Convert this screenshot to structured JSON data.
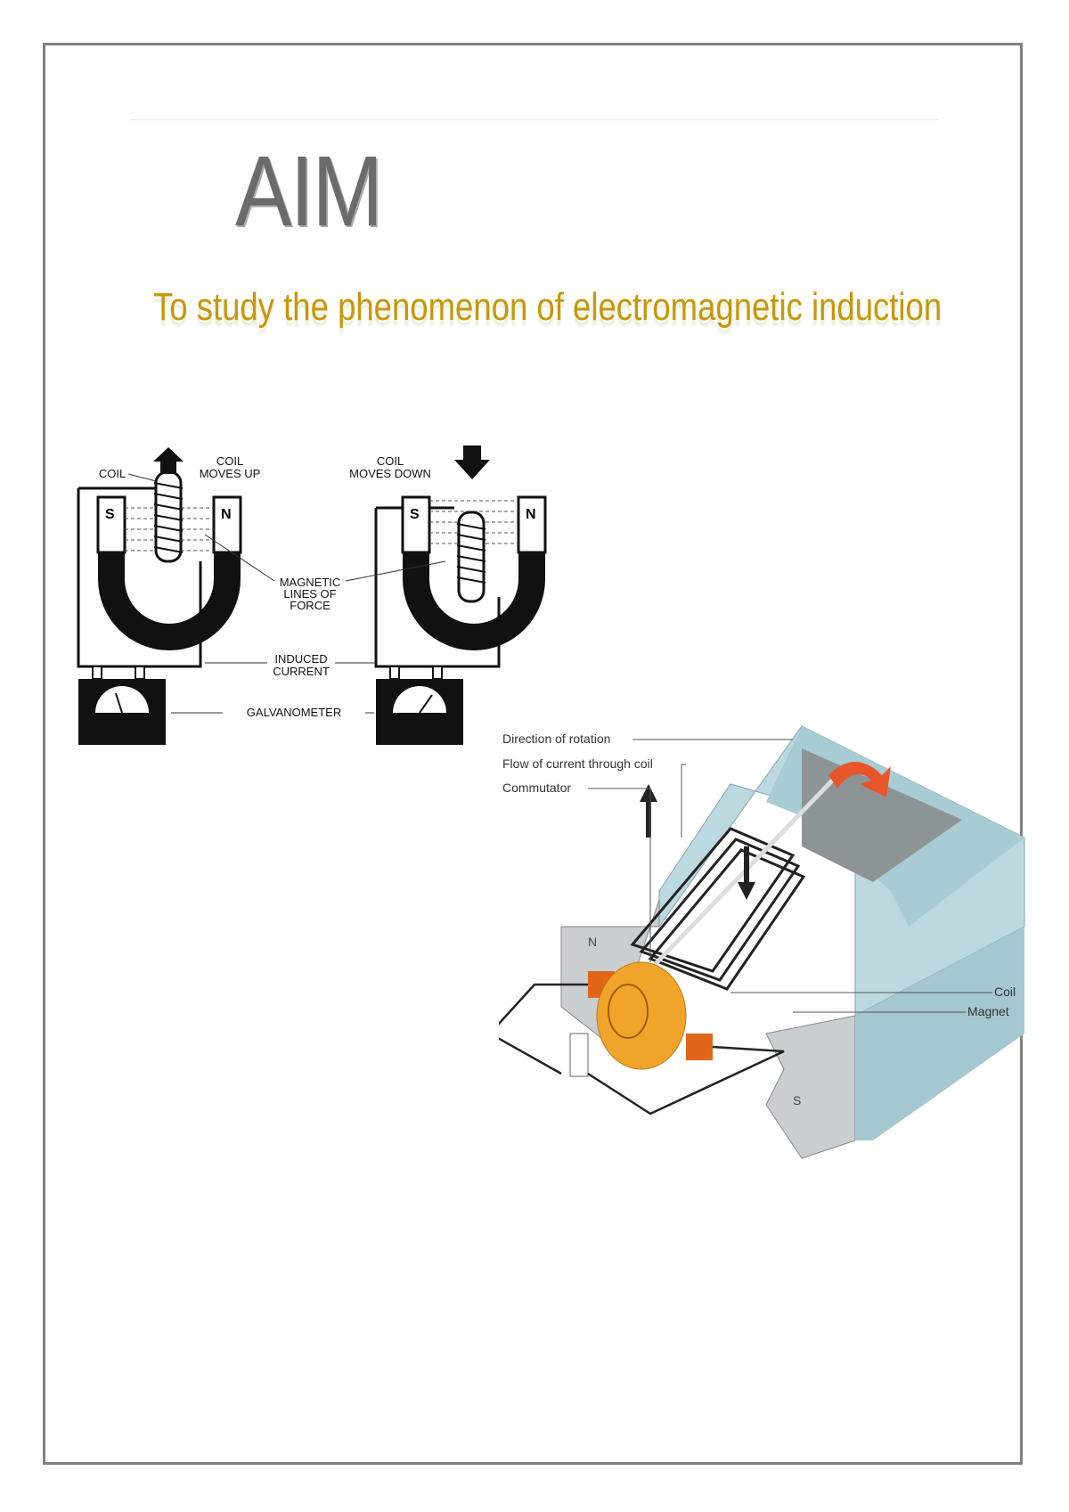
{
  "page": {
    "title": "AIM",
    "subtitle": "To study the phenomenon of electromagnetic induction"
  },
  "induction_figure": {
    "labels": {
      "coil": "COIL",
      "coil_moves_up": [
        "COIL",
        "MOVES UP"
      ],
      "coil_moves_down": [
        "COIL",
        "MOVES DOWN"
      ],
      "magnetic_lines": [
        "MAGNETIC",
        "LINES OF",
        "FORCE"
      ],
      "induced_current": [
        "INDUCED",
        "CURRENT"
      ],
      "galvanometer": "GALVANOMETER",
      "pole_s": "S",
      "pole_n": "N"
    }
  },
  "motor_figure": {
    "labels": {
      "direction_of_rotation": "Direction of rotation",
      "flow_of_current": "Flow of current through coil",
      "commutator": "Commutator",
      "coil": "Coil",
      "magnet": "Magnet",
      "pole_n": "N",
      "pole_s": "S"
    },
    "colors": {
      "magnet": "#bcd9df",
      "commutator": "#f0a52a",
      "brush": "#e0661a",
      "rotation_arrow": "#e8552a"
    }
  }
}
